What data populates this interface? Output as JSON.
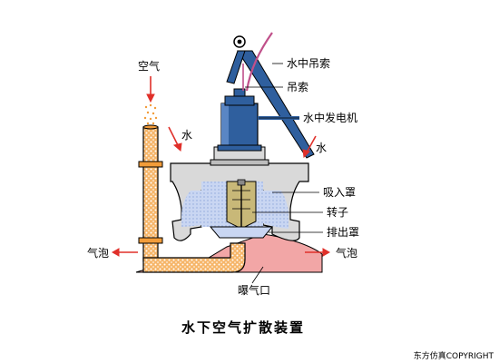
{
  "labels": {
    "air": "空气",
    "water_left": "水",
    "water_right": "水",
    "bubbles_left": "气泡",
    "bubbles_right": "气泡",
    "underwater_rope": "水中吊索",
    "hanging_rope": "吊索",
    "underwater_generator": "水中发电机",
    "suction_hood": "吸入罩",
    "rotor": "转子",
    "discharge_hood": "排出罩",
    "aeration_outlet": "曝气口"
  },
  "title": "水下空气扩散装置",
  "copyright": "东方仿真COPYRIGHT",
  "colors": {
    "outline": "#000000",
    "housing": "#d9d9d9",
    "pipe": "#f29c3a",
    "water": "#c9d6f2",
    "rotor": "#c8b878",
    "base": "#f2a6a6",
    "motor": "#2f5f9e",
    "rope": "#c0508a",
    "arrow": "#e0302a",
    "grid": "#ff0000"
  }
}
